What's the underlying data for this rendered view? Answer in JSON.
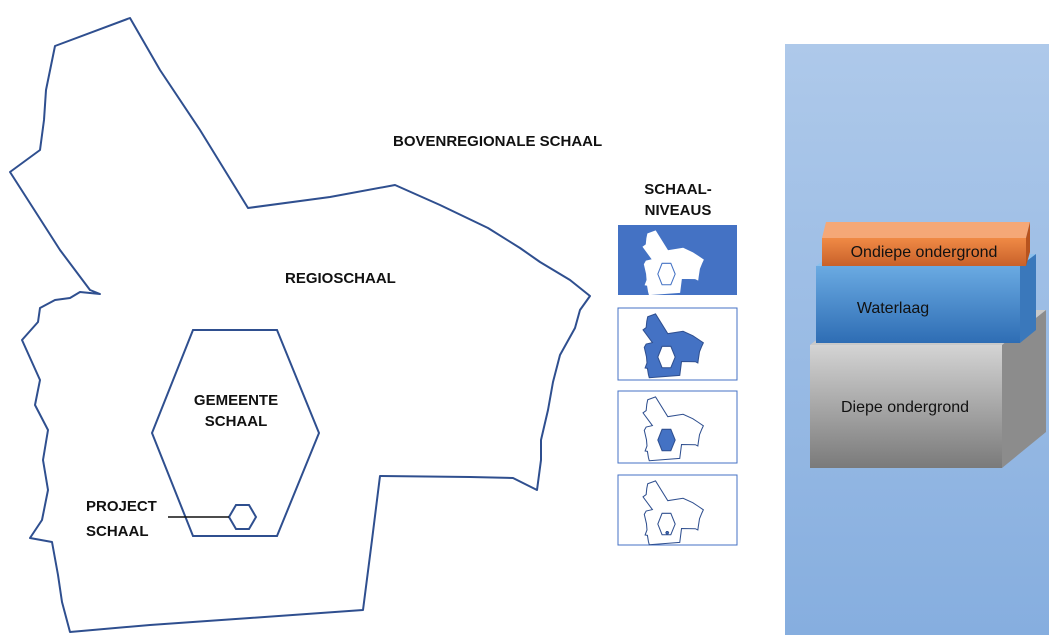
{
  "labels": {
    "bovenregionaal": "BOVENREGIONALE SCHAAL",
    "regio": "REGIOSCHAAL",
    "gemeente_line1": "GEMEENTE",
    "gemeente_line2": "SCHAAL",
    "project_line1": "PROJECT",
    "project_line2": "SCHAAL",
    "schaalniveaus_line1": "SCHAAL-",
    "schaalniveaus_line2": "NIVEAUS"
  },
  "scale_levels": [
    {
      "level": "bovenregionaal",
      "highlighted": "outer"
    },
    {
      "level": "regio",
      "highlighted": "region"
    },
    {
      "level": "gemeente",
      "highlighted": "municipality"
    },
    {
      "level": "project",
      "highlighted": "project"
    }
  ],
  "layers": {
    "top": "Ondiepe ondergrond",
    "middle": "Waterlaag",
    "bottom": "Diepe ondergrond"
  },
  "colors": {
    "outline": "#2f4f8f",
    "fill_highlight": "#4472c4",
    "panel_top": "#aac7e9",
    "panel_bottom": "#86aedf",
    "orange": "#e07b39",
    "blue_layer": "#5b9bd5",
    "gray_layer": "#a6a6a6"
  }
}
